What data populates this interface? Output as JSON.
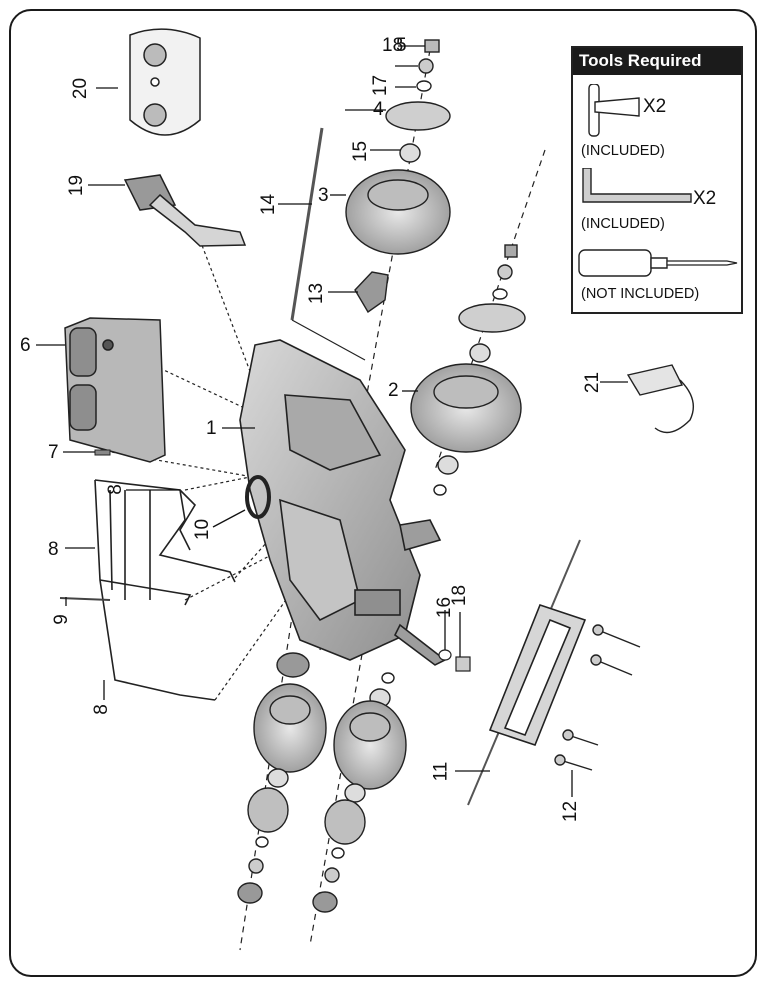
{
  "colors": {
    "outline": "#1a1a1a",
    "part_fill": "#cfcfcf",
    "part_dark": "#8e8e8e",
    "title_bar": "#1b1b1b"
  },
  "tools_box": {
    "title": "Tools Required",
    "tools": [
      {
        "icon": "t-handle-wrench-icon",
        "qty": "X2",
        "note": "(INCLUDED)"
      },
      {
        "icon": "hex-key-icon",
        "qty": "X2",
        "note": "(INCLUDED)"
      },
      {
        "icon": "screwdriver-icon",
        "qty": "",
        "note": "(NOT INCLUDED)"
      }
    ]
  },
  "callouts": {
    "c1": "1",
    "c2": "2",
    "c3": "3",
    "c4": "4",
    "c5": "5",
    "c6": "6",
    "c7": "7",
    "c8a": "8",
    "c8b": "8",
    "c8c": "8",
    "c9": "9",
    "c10": "10",
    "c11": "11",
    "c12": "12",
    "c13": "13",
    "c14": "14",
    "c15": "15",
    "c16": "16",
    "c17": "17",
    "c18a": "18",
    "c18b": "18",
    "c19": "19",
    "c20": "20",
    "c21": "21"
  }
}
